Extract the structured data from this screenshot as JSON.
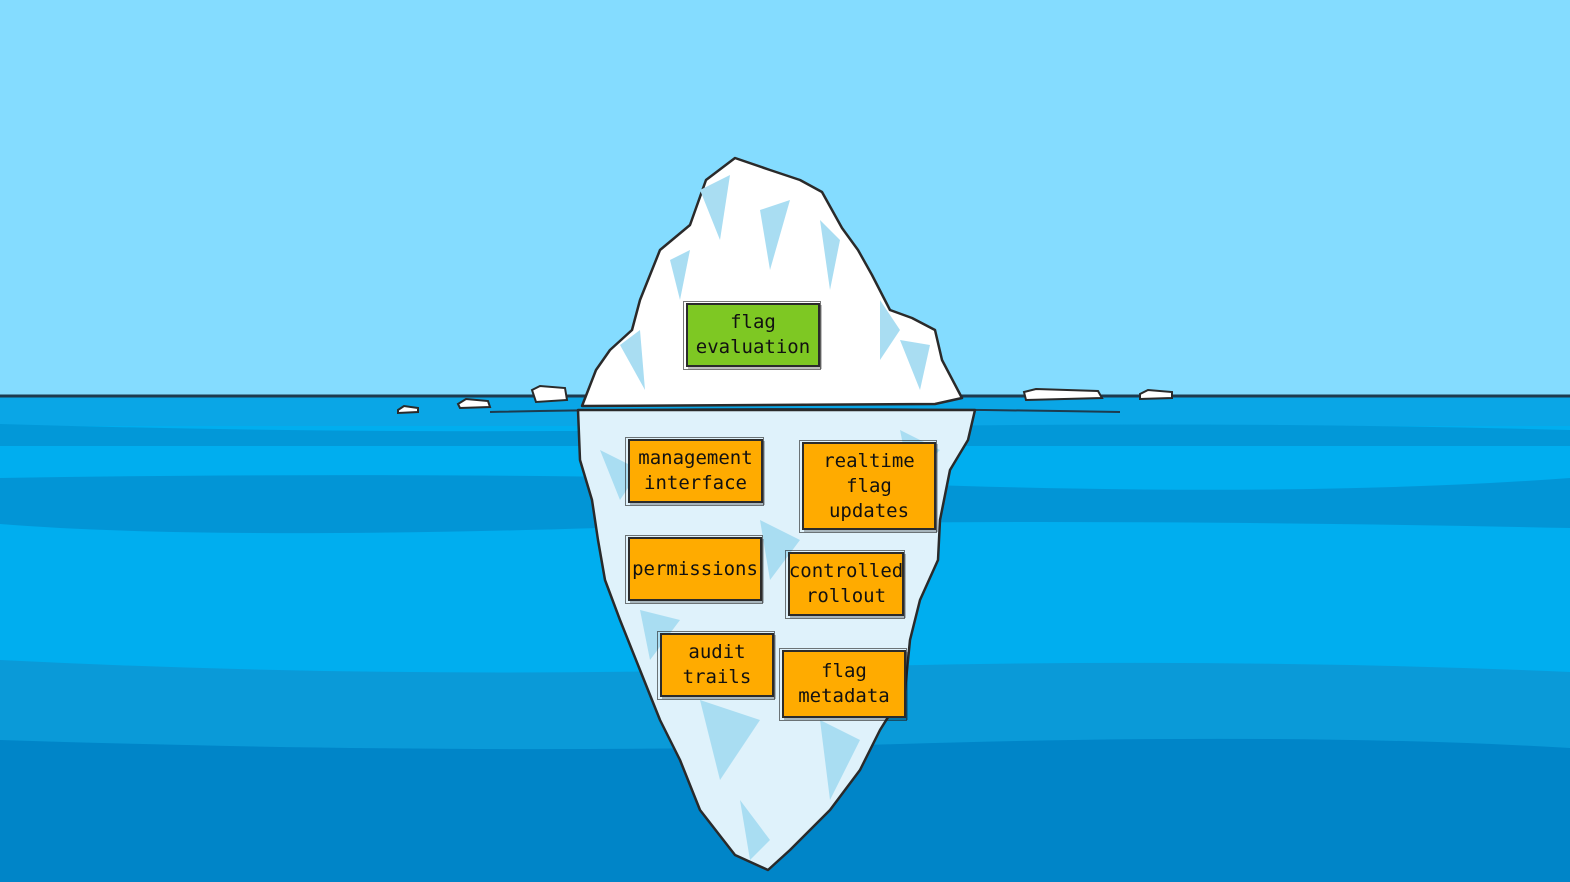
{
  "colors": {
    "sky": "#84dcff",
    "water_surface": "#0aa6e6",
    "water_mid": "#00aeef",
    "water_deep": "#0085c8",
    "ice_light": "#ffffff",
    "ice_shadow": "#a9ddf2",
    "ice_underwater": "#dff2fb",
    "note_green": "#7ec823",
    "note_orange": "#ffab00"
  },
  "above_water": [
    {
      "id": "flag-evaluation",
      "text": "flag\nevaluation",
      "color": "#7ec823"
    }
  ],
  "below_water": [
    {
      "id": "management-interface",
      "text": "management\ninterface",
      "color": "#ffab00"
    },
    {
      "id": "realtime-flag-updates",
      "text": "realtime\nflag\nupdates",
      "color": "#ffab00"
    },
    {
      "id": "permissions",
      "text": "permissions",
      "color": "#ffab00"
    },
    {
      "id": "controlled-rollout",
      "text": "controlled\nrollout",
      "color": "#ffab00"
    },
    {
      "id": "audit-trails",
      "text": "audit\ntrails",
      "color": "#ffab00"
    },
    {
      "id": "flag-metadata",
      "text": "flag\nmetadata",
      "color": "#ffab00"
    }
  ]
}
